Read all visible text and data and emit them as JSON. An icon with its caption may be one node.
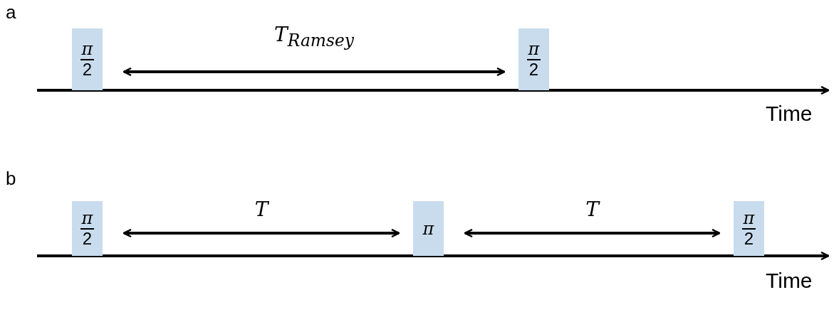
{
  "diagram": {
    "nodes": [
      {
        "text": [
          "π",
          "2"
        ]
      },
      {
        "text": [
          "π",
          "2"
        ]
      },
      {
        "text": [
          "π",
          "2"
        ]
      },
      {
        "text": [
          "π"
        ]
      },
      {
        "text": [
          "π",
          "2"
        ]
      }
    ],
    "edges": [
      {
        "from": 0,
        "to": 1,
        "arrow": "both",
        "label": "*T*$_{Ramsey}$"
      },
      {
        "from": 2,
        "to": 3,
        "arrow": "both",
        "label": "*T*"
      },
      {
        "from": 3,
        "to": 4,
        "arrow": "both",
        "label": "*T*"
      }
    ],
    "labels": [
      "a",
      "Time",
      "b",
      "Time"
    ]
  }
}
